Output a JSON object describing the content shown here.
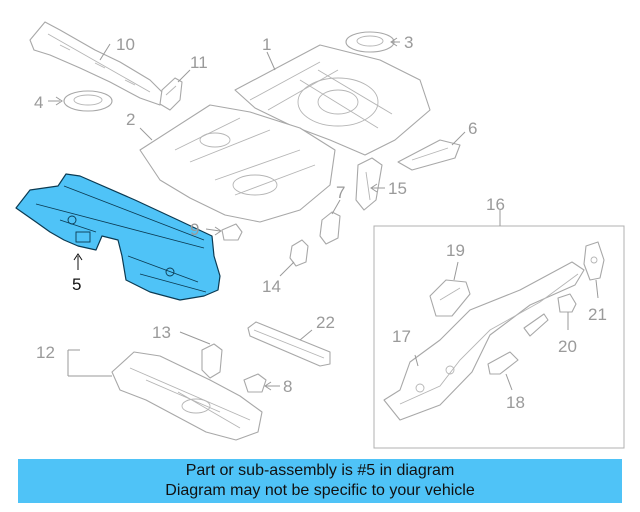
{
  "callouts": {
    "c1": "1",
    "c2": "2",
    "c3": "3",
    "c4": "4",
    "c5": "5",
    "c6": "6",
    "c7": "7",
    "c8": "8",
    "c9": "9",
    "c10": "10",
    "c11": "11",
    "c12": "12",
    "c13": "13",
    "c14": "14",
    "c15": "15",
    "c16": "16",
    "c17": "17",
    "c18": "18",
    "c19": "19",
    "c20": "20",
    "c21": "21",
    "c22": "22"
  },
  "highlighted_part": "5",
  "caption": {
    "line1": "Part or sub-assembly is #5 in diagram",
    "line2": "Diagram may not be specific to your vehicle"
  },
  "colors": {
    "highlight": "#4fc3f7",
    "caption_background": "#4fc3f7",
    "part_outline": "#a8a8a8",
    "callout_text": "#9a9a9a"
  }
}
